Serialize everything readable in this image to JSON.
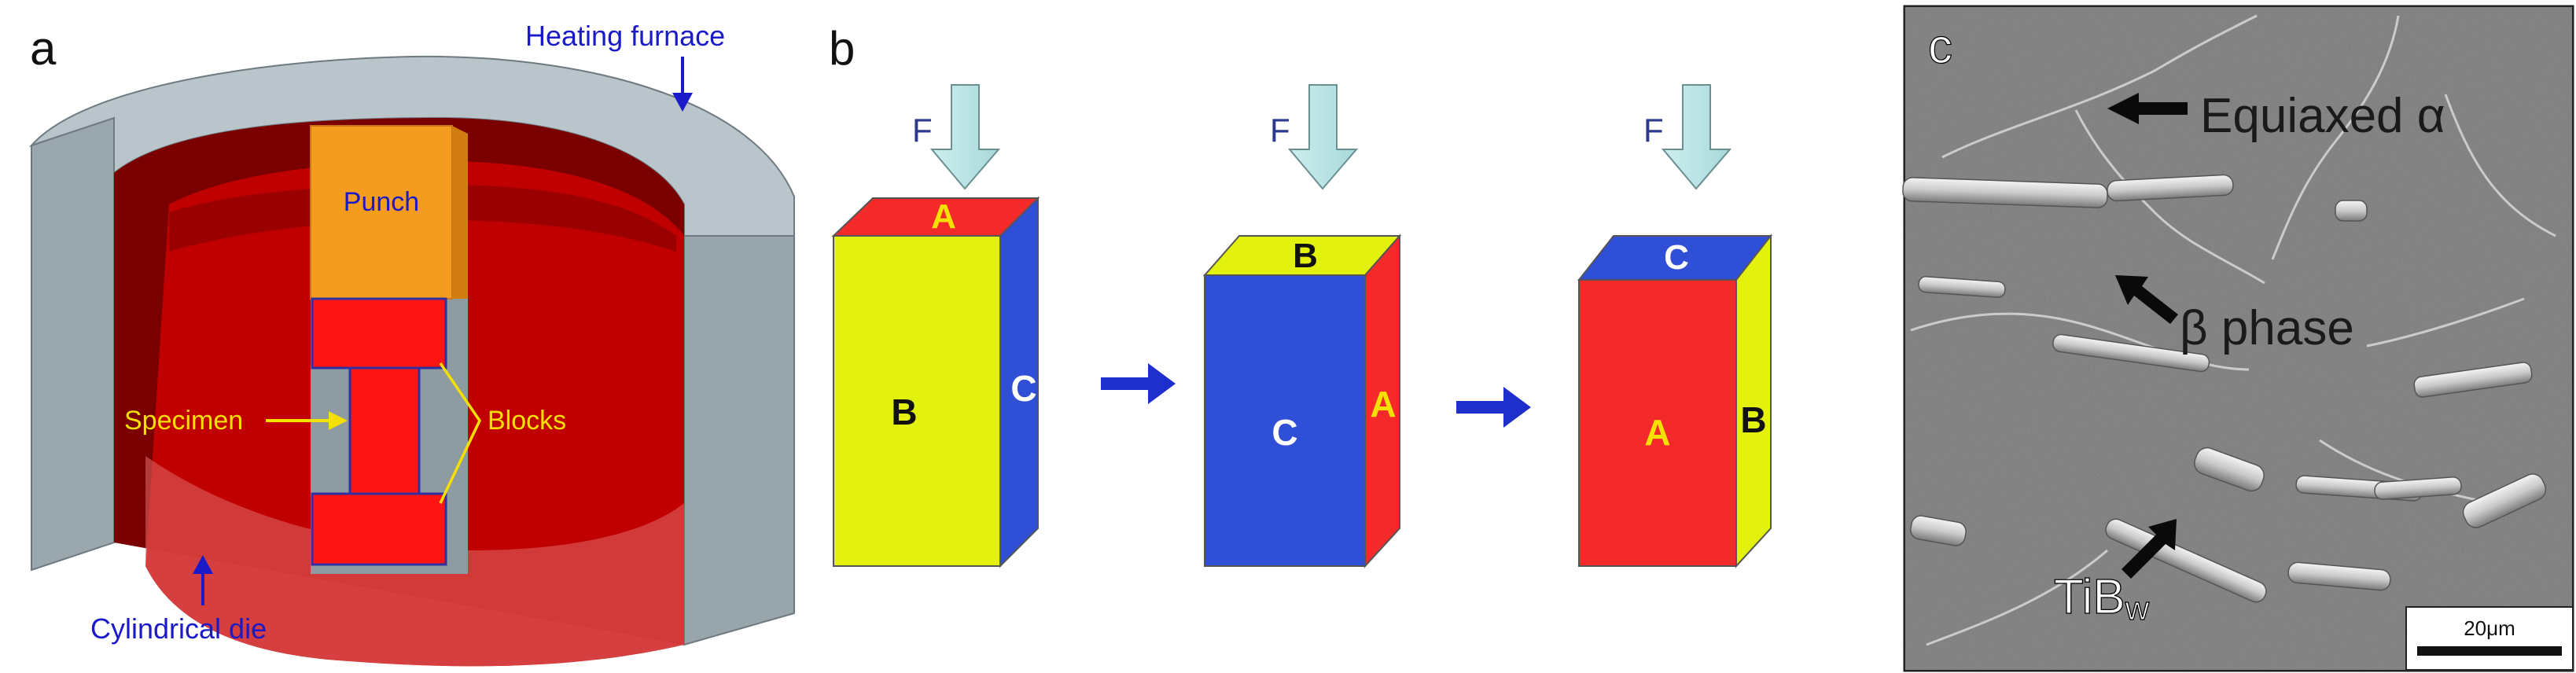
{
  "panel_a": {
    "label": "a",
    "heating_furnace": "Heating furnace",
    "punch": "Punch",
    "specimen": "Specimen",
    "blocks": "Blocks",
    "cylindrical_die": "Cylindrical die",
    "colors": {
      "annotation_blue": "#1a1ac8",
      "annotation_yellow": "#f5e100",
      "die_red": "#c40000",
      "punch_orange": "#f39c1e",
      "furnace_grey": "#9aa7ad"
    }
  },
  "panel_b": {
    "label": "b",
    "steps": [
      {
        "force": "F",
        "top": "A",
        "front": "B",
        "side": "C"
      },
      {
        "force": "F",
        "top": "B",
        "front": "C",
        "side": "A"
      },
      {
        "force": "F",
        "top": "C",
        "front": "A",
        "side": "B"
      }
    ],
    "colors": {
      "A": "#f42a2a",
      "B": "#e2f20e",
      "C": "#2f4fd6",
      "force_arrow": "#b8e3e4",
      "step_arrow": "#1f2fcc"
    }
  },
  "panel_c": {
    "label": "c",
    "equiaxed_alpha": "Equiaxed α",
    "beta_phase": "β phase",
    "tib_main": "TiB",
    "tib_sub": "w",
    "scale_bar": "20μm"
  }
}
